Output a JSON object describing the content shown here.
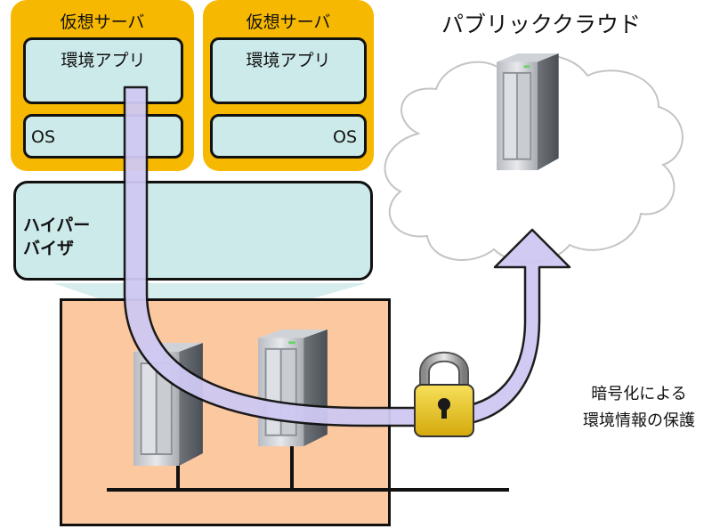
{
  "virtual_servers": [
    {
      "title": "仮想サーバ",
      "app": "環境アプリ",
      "os": "OS"
    },
    {
      "title": "仮想サーバ",
      "app": "環境アプリ",
      "os": "OS"
    }
  ],
  "hypervisor": {
    "line1": "ハイパー",
    "line2": "バイザ"
  },
  "cloud": {
    "title": "パブリッククラウド"
  },
  "caption": {
    "line1": "暗号化による",
    "line2": "環境情報の保護"
  },
  "colors": {
    "virtual_server": "#f6b800",
    "teal": "#cdeaea",
    "host": "#fbc8a0",
    "arrow": "#cfc9f3",
    "lock": "#e6c21a"
  },
  "icons": [
    "server-tower-icon",
    "cloud-shape",
    "padlock-icon"
  ]
}
